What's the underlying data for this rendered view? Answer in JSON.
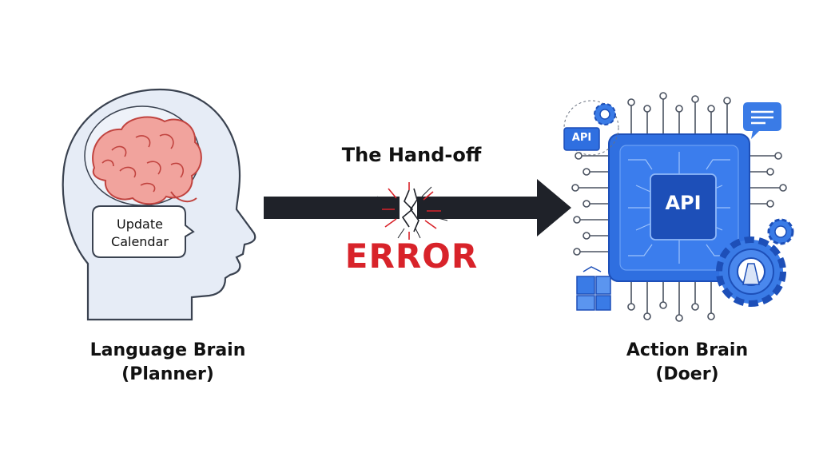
{
  "diagram": {
    "planner": {
      "bubble_text": "Update\nCalendar",
      "title_line1": "Language Brain",
      "title_line2": "(Planner)"
    },
    "handoff": {
      "label": "The Hand-off",
      "error": "ERROR"
    },
    "doer": {
      "chip_label": "API",
      "badge_label": "API",
      "title_line1": "Action Brain",
      "title_line2": "(Doer)"
    },
    "colors": {
      "arrow": "#1f2229",
      "error": "#d8232a",
      "head_fill": "#e6ecf6",
      "head_stroke": "#3a4250",
      "brain_fill": "#f1a39d",
      "brain_stroke": "#c1433f",
      "chip_blue": "#2f6fe0",
      "chip_dark": "#1d4fb8",
      "gear_blue": "#3a7be6"
    },
    "icons": [
      "human-head-icon",
      "brain-icon",
      "speech-bubble-icon",
      "arrow-icon",
      "crack-icon",
      "cpu-chip-icon",
      "gear-icon",
      "chat-icon",
      "network-cube-icon"
    ]
  }
}
